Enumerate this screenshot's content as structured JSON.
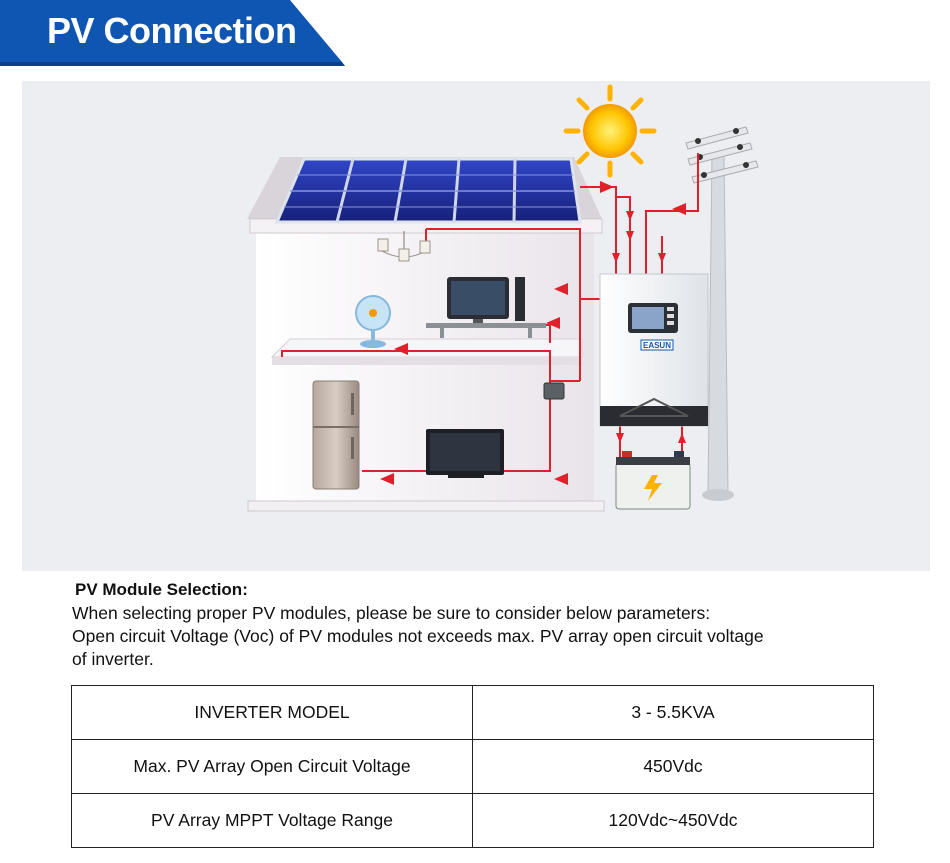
{
  "header": {
    "title": "PV Connection",
    "color": "#1565c0"
  },
  "brand": {
    "logo_text": "EASUN"
  },
  "description": {
    "heading": "PV Module Selection:",
    "lines": [
      "When selecting proper PV modules, please be sure to consider below parameters:",
      "Open circuit Voltage (Voc) of PV modules not exceeds max. PV array open circuit voltage",
      "of inverter."
    ]
  },
  "table": {
    "rows": [
      {
        "label": "INVERTER MODEL",
        "value": "3 - 5.5KVA"
      },
      {
        "label": "Max. PV Array Open Circuit Voltage",
        "value": "450Vdc"
      },
      {
        "label": "PV Array MPPT Voltage Range",
        "value": "120Vdc~450Vdc"
      }
    ]
  },
  "colors": {
    "wire": "#e0202a",
    "panel": "#2233a0",
    "sun": "#f7b500"
  }
}
